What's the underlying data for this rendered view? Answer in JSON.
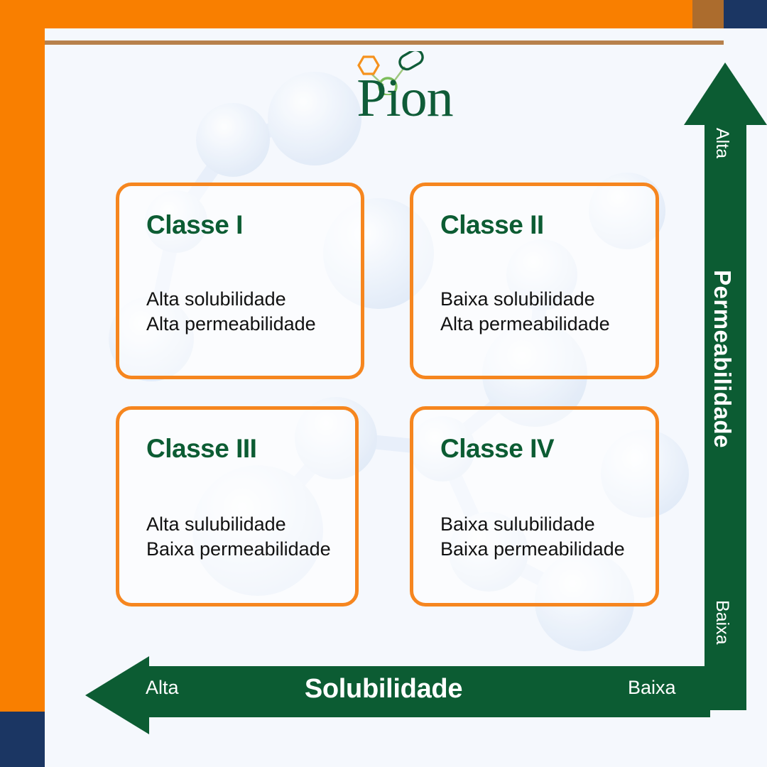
{
  "theme": {
    "orange": "#F97F00",
    "card_border": "#F6861F",
    "green_dark": "#0C5C33",
    "green_logo": "#0F5C38",
    "green_light": "#7DBE5C",
    "navy": "#1B3663",
    "brown": "#AC6C2D",
    "background": "#F5F8FD",
    "text_body": "#111111",
    "text_on_arrow": "#FFFFFF"
  },
  "logo": {
    "wordmark": "Pion",
    "mark_shapes": [
      "hexagon-icon",
      "capsule-icon",
      "circle-icon"
    ]
  },
  "grid": {
    "cards": [
      {
        "title": "Classe I",
        "lines": [
          "Alta solubilidade",
          "Alta permeabilidade"
        ]
      },
      {
        "title": "Classe II",
        "lines": [
          "Baixa solubilidade",
          "Alta permeabilidade"
        ]
      },
      {
        "title": "Classe III",
        "lines": [
          "Alta sulubilidade",
          "Baixa permeabilidade"
        ]
      },
      {
        "title": "Classe IV",
        "lines": [
          "Baixa sulubilidade",
          "Baixa permeabilidade"
        ]
      }
    ]
  },
  "axes": {
    "vertical": {
      "label": "Permeabilidade",
      "high": "Alta",
      "low": "Baixa",
      "direction": "up"
    },
    "horizontal": {
      "label": "Solubilidade",
      "high": "Alta",
      "low": "Baixa",
      "direction": "left"
    }
  }
}
